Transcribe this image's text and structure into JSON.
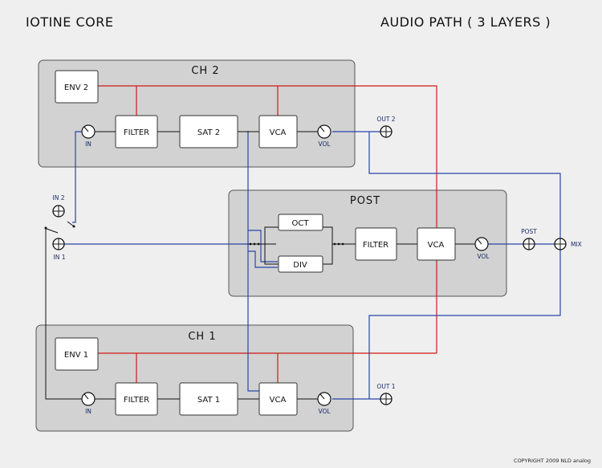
{
  "header": {
    "title_left": "IOTINE CORE",
    "title_right": "AUDIO PATH  ( 3 LAYERS )"
  },
  "panels": {
    "ch2": {
      "title": "CH 2",
      "env": "ENV 2",
      "filter": "FILTER",
      "sat": "SAT 2",
      "vca": "VCA",
      "in_label": "IN",
      "vol_label": "VOL"
    },
    "post": {
      "title": "POST",
      "oct": "OCT",
      "div": "DIV",
      "filter": "FILTER",
      "vca": "VCA",
      "vol_label": "VOL"
    },
    "ch1": {
      "title": "CH 1",
      "env": "ENV 1",
      "filter": "FILTER",
      "sat": "SAT 1",
      "vca": "VCA",
      "in_label": "IN",
      "vol_label": "VOL"
    }
  },
  "jacks": {
    "in2": "IN 2",
    "in1": "IN 1",
    "out2": "OUT 2",
    "out1": "OUT 1",
    "post": "POST",
    "mix": "MIX"
  },
  "footer": {
    "copyright": "COPYRIGHT 2009 NLD analog"
  },
  "colors": {
    "cv_line": "#d01818",
    "audio_line": "#2a45a8",
    "panel": "#d2d2d2",
    "background": "#efefef"
  }
}
